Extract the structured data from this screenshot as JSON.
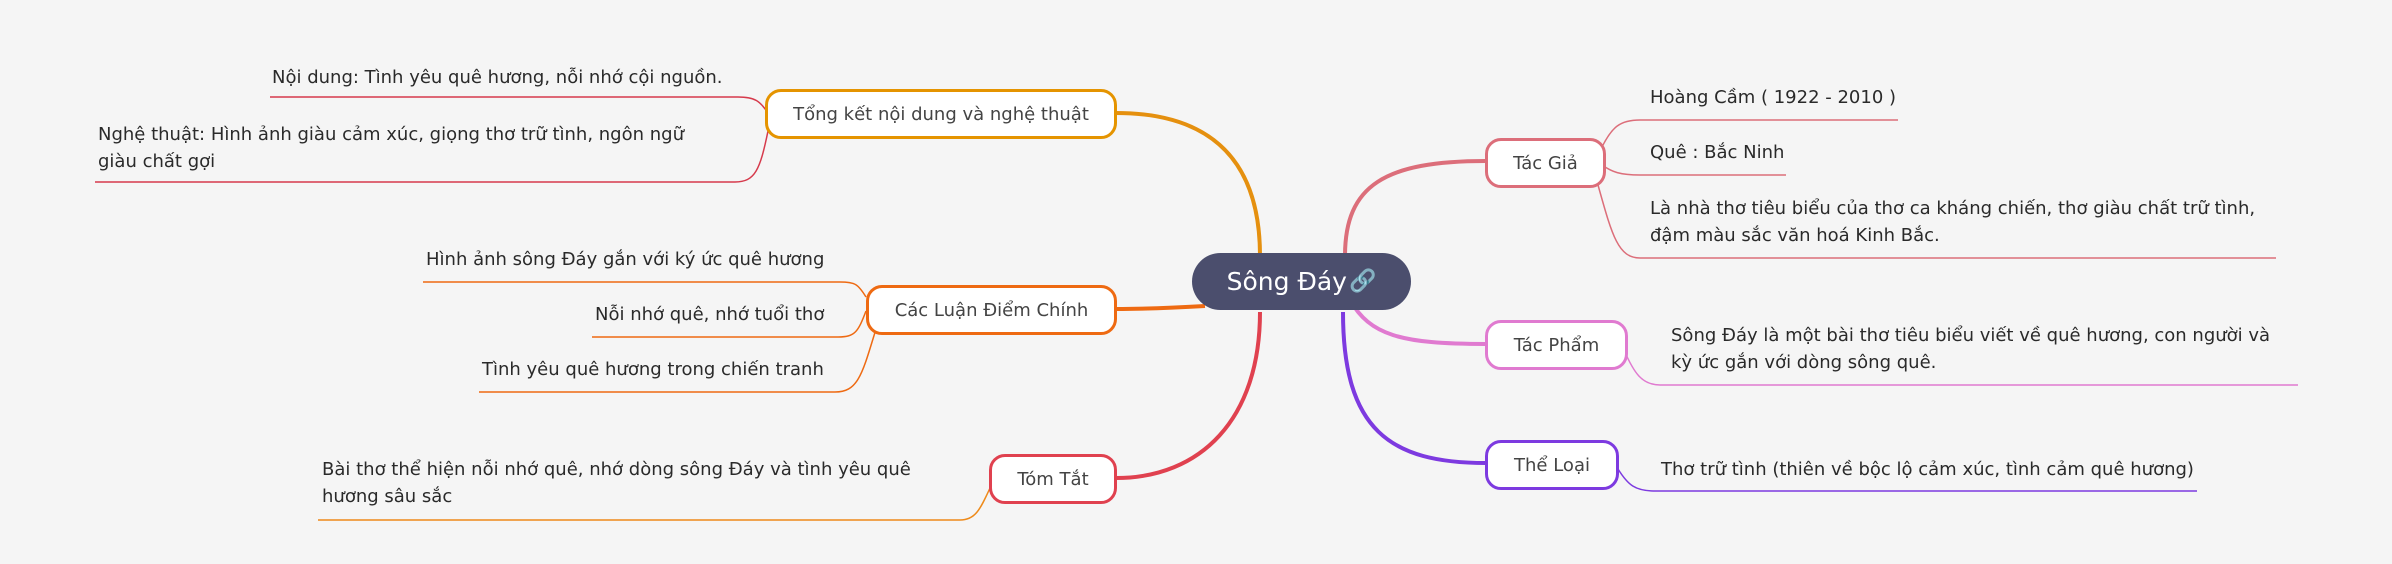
{
  "root": {
    "label": "Sông Đáy",
    "icon": "link-icon"
  },
  "branches": {
    "tong_ket": {
      "label": "Tổng kết nội dung và nghệ thuật",
      "color": "#e59400",
      "leaves": [
        "Nội dung: Tình yêu quê hương, nỗi nhớ cội nguồn.",
        "Nghệ thuật: Hình ảnh giàu cảm xúc, giọng thơ trữ tình, ngôn ngữ giàu chất gợi"
      ],
      "leaf_colors": [
        "#d63a4c",
        "#d63a4c"
      ]
    },
    "luan_diem": {
      "label": "Các Luận Điểm Chính",
      "color": "#ee6a12",
      "leaves": [
        "Hình ảnh sông Đáy gắn với ký ức quê hương",
        "Nỗi nhớ quê, nhớ tuổi thơ",
        "Tình yêu quê hương trong chiến tranh"
      ]
    },
    "tom_tat": {
      "label": "Tóm Tắt",
      "color": "#e0414f",
      "leaves": [
        "Bài thơ thể hiện nỗi nhớ quê, nhớ dòng sông Đáy và tình yêu quê hương sâu sắc"
      ],
      "leaf_colors": [
        "#ee8a1a"
      ]
    },
    "tac_gia": {
      "label": "Tác Giả",
      "color": "#dc6e7a",
      "leaves": [
        "Hoàng Cầm ( 1922 - 2010 )",
        "Quê : Bắc Ninh",
        "Là nhà thơ tiêu biểu của thơ ca kháng chiến, thơ giàu chất trữ tình, đậm màu sắc văn hoá Kinh Bắc."
      ]
    },
    "tac_pham": {
      "label": "Tác Phẩm",
      "color": "#e07ad0",
      "leaves": [
        "Sông Đáy là một bài thơ tiêu biểu viết về quê hương, con người và kỳ ức gắn với dòng sông quê."
      ]
    },
    "the_loai": {
      "label": "Thể Loại",
      "color": "#7d3ae0",
      "leaves": [
        "Thơ trữ tình (thiên về bộc lộ cảm xúc, tình cảm quê hương)"
      ]
    }
  }
}
